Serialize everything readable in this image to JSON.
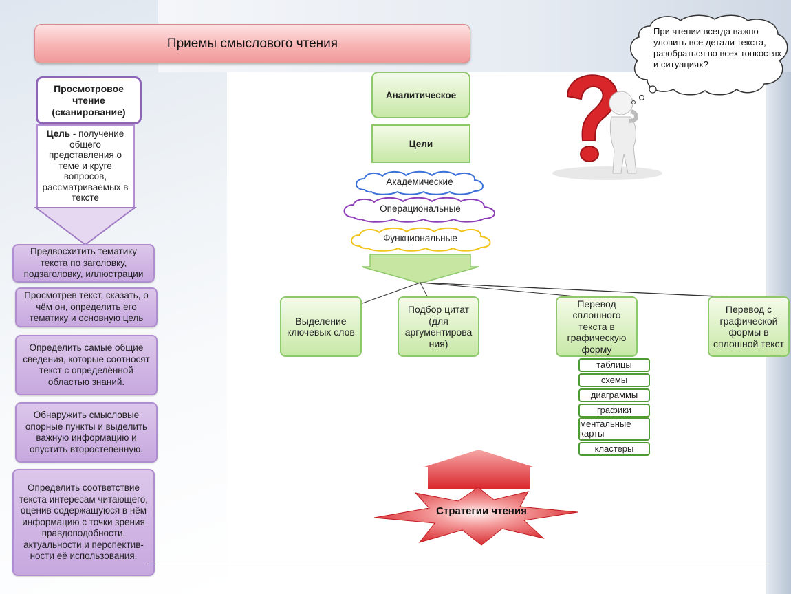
{
  "title": "Приемы смыслового чтения",
  "scanning": {
    "heading": "Просмотровое чтение (сканирование)",
    "goal_label": "Цель",
    "goal_text": " - получение общего представления о теме и круге вопросов, рассматриваемых в тексте",
    "steps": [
      "Предвосхитить тематику текста по заголовку, подзаголовку, иллюстрации",
      "Просмотрев текст, сказать, о чём он, определить его тематику и основную цель",
      "Определить самые общие сведения, которые соотносят текст с определённой областью знаний.",
      "Обнаружить смысловые опорные пункты и выделить важную информацию и опустить второстепенную.",
      "Определить соответствие текста интересам читающего, оценив содержащуюся в нём информацию с точки зрения правдоподобности, актуальности и перспектив-ности её использования."
    ]
  },
  "analytic": {
    "heading": "Аналитическое",
    "goals_label": "Цели",
    "goal_types": [
      "Академические",
      "Операциональные",
      "Функциональные"
    ],
    "branches": [
      "Выделение ключевых слов",
      "Подбор цитат (для аргументирова ния)",
      "Перевод сплошного текста в графическую форму",
      "Перевод с графической формы в сплошной текст"
    ],
    "graphic_forms": [
      "таблицы",
      "схемы",
      "диаграммы",
      "графики",
      "ментальные карты",
      "кластеры"
    ]
  },
  "speech_bubble": "При чтении всегда важно уловить все детали текста, разобраться во всех тонкостях и ситуациях?",
  "strategy_label": "Стратегии чтения",
  "colors": {
    "title_fill": "#f8b4b4",
    "purple_border": "#8e64b6",
    "purple_fill": "#c7a8df",
    "green_fill": "#c8e8a7",
    "green_border": "#8dc86a",
    "cloud_blue": "#3a70d8",
    "cloud_purple": "#8e3fb8",
    "cloud_yellow": "#f1c419",
    "question_red": "#d9262b"
  },
  "icons": [
    "question-mark-icon",
    "thinking-figure-icon",
    "speech-cloud-icon",
    "red-star-burst-icon",
    "up-arrow-icon",
    "down-arrow-icon"
  ]
}
